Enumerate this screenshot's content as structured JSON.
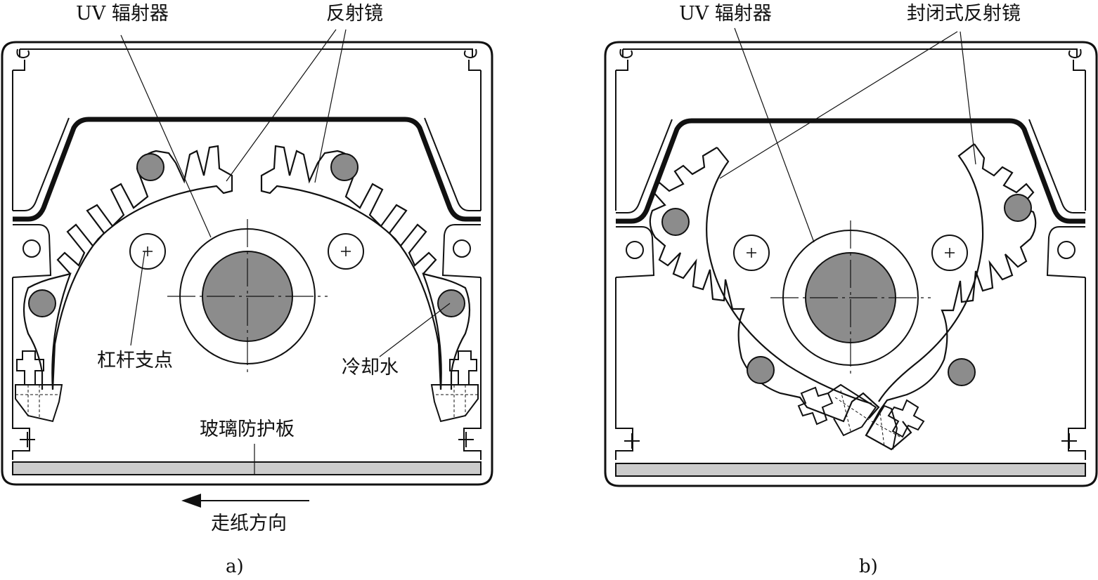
{
  "panel_a": {
    "caption": "a)",
    "labels": {
      "uv_emitter": "UV 辐射器",
      "reflector": "反射镜",
      "lever_fulcrum": "杠杆支点",
      "cooling_water": "冷却水",
      "glass_shield": "玻璃防护板",
      "paper_direction": "走纸方向"
    }
  },
  "panel_b": {
    "caption": "b)",
    "labels": {
      "uv_emitter": "UV 辐射器",
      "closed_reflector": "封闭式反射镜"
    }
  },
  "colors": {
    "line": "#111111",
    "lamp_fill": "#8c8c8c",
    "water_fill": "#8c8c8c",
    "glass_fill": "#cccccc",
    "background": "#ffffff"
  }
}
